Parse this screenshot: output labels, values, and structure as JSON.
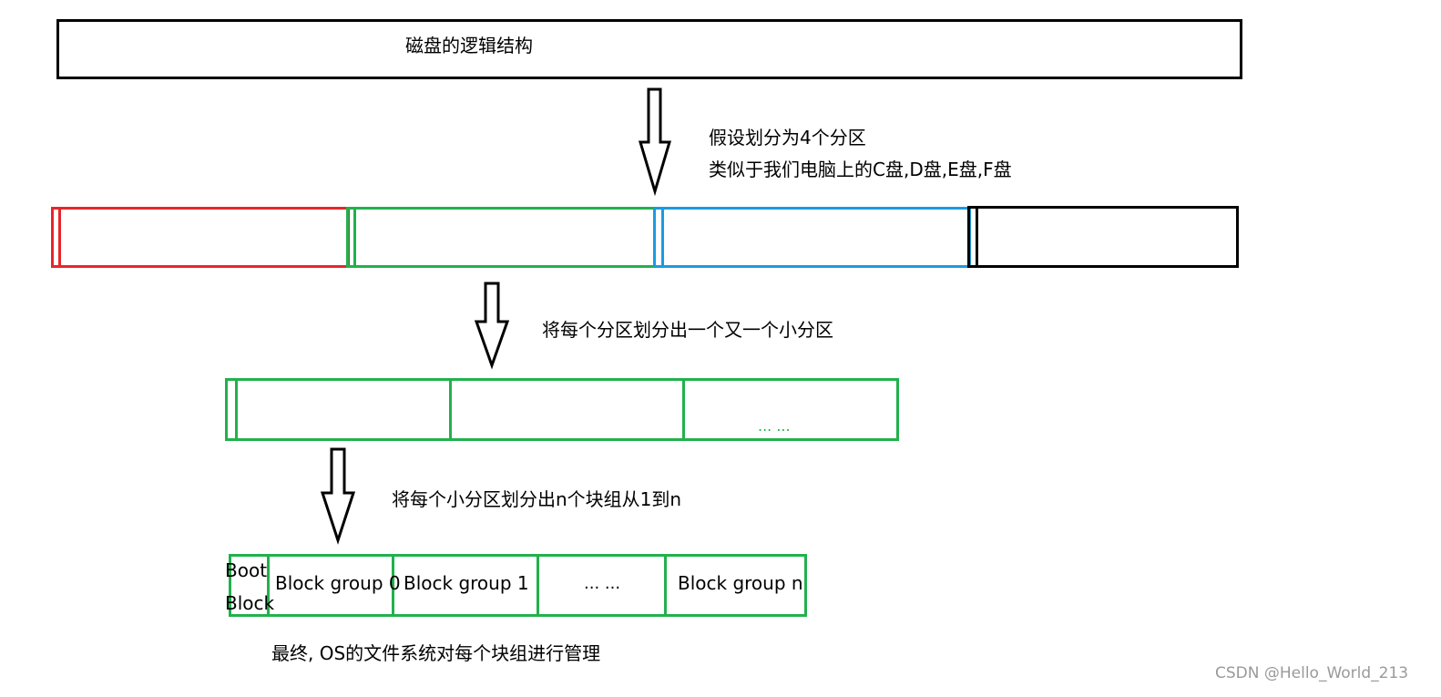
{
  "title": "磁盘的逻辑结构",
  "notes": {
    "step1_line1": "假设划分为4个分区",
    "step1_line2": "类似于我们电脑上的C盘,D盘,E盘,F盘",
    "step2": "将每个分区划分出一个又一个小分区",
    "step3": "将每个小分区划分出n个块组从1到n",
    "final": "最终, OS的文件系统对每个块组进行管理"
  },
  "colors": {
    "partition_red": "#e8262a",
    "partition_green": "#22b14c",
    "partition_blue": "#1b9be0",
    "partition_black": "#000000",
    "ellipsis_green": "#22b14c"
  },
  "sub_partition_ellipsis": "... ...",
  "blocks": {
    "boot_line1": "Boot",
    "boot_line2": "Block",
    "group0": "Block group 0",
    "group1": "Block group 1",
    "ellipsis": "... ...",
    "groupn": "Block group n"
  },
  "watermark": "CSDN @Hello_World_213"
}
